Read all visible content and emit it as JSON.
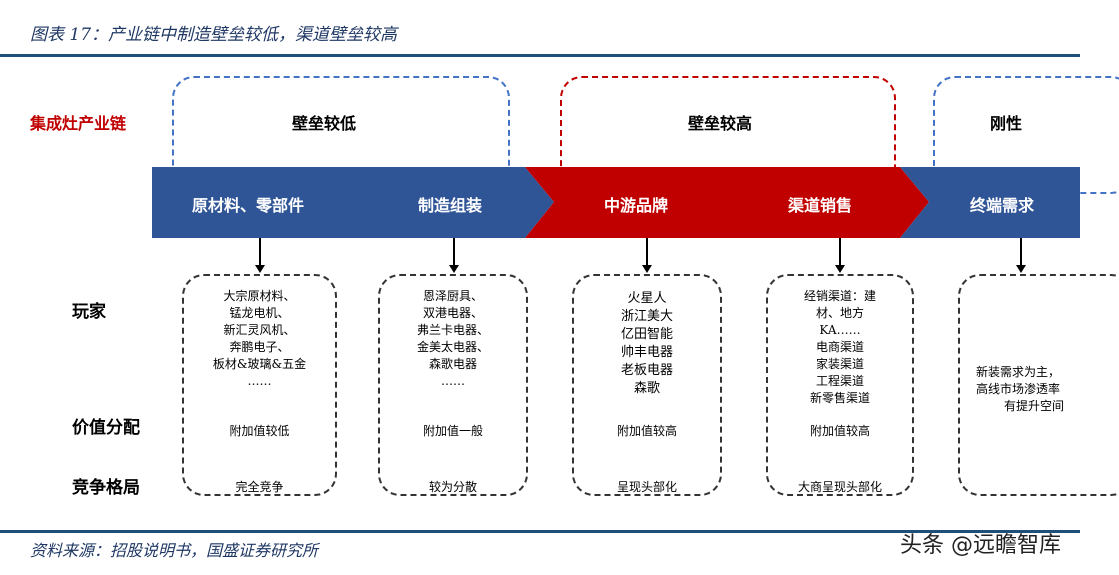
{
  "figure": {
    "title": "图表 17：产业链中制造壁垒较低，渠道壁垒较高",
    "source": "资料来源：招股说明书，国盛证券研究所",
    "watermark": "头条 @远瞻智库"
  },
  "chain_label": "集成灶产业链",
  "colors": {
    "blue": "#2f5597",
    "red": "#c00000",
    "blue_dash": "#4472c4",
    "red_dash": "#c00000"
  },
  "barriers": [
    {
      "label": "壁垒较低",
      "color": "#4472c4"
    },
    {
      "label": "壁垒较高",
      "color": "#c00000"
    },
    {
      "label": "刚性",
      "color": "#4472c4"
    }
  ],
  "stages": [
    "原材料、零部件",
    "制造组装",
    "中游品牌",
    "渠道销售",
    "终端需求"
  ],
  "row_labels": [
    "玩家",
    "价值分配",
    "竞争格局"
  ],
  "columns": [
    {
      "players": [
        "大宗原材料、",
        "锰龙电机、",
        "新汇灵风机、",
        "奔鹏电子、",
        "板材&玻璃&五金",
        "……"
      ],
      "value": "附加值较低",
      "competition": "完全竞争"
    },
    {
      "players": [
        "恩泽厨具、",
        "双港电器、",
        "弗兰卡电器、",
        "金美太电器、",
        "森歌电器",
        "……"
      ],
      "value": "附加值一般",
      "competition": "较为分散"
    },
    {
      "players": [
        "火星人",
        "浙江美大",
        "亿田智能",
        "帅丰电器",
        "老板电器",
        "森歌"
      ],
      "value": "附加值较高",
      "competition": "呈现头部化"
    },
    {
      "players": [
        "经销渠道：建",
        "材、地方",
        "KA……",
        "电商渠道",
        "家装渠道",
        "工程渠道",
        "新零售渠道"
      ],
      "value": "附加值较高",
      "competition": "大商呈现头部化"
    },
    {
      "players": [
        "新装需求为主，",
        "高线市场渗透率",
        "有提升空间"
      ],
      "value": "",
      "competition": ""
    }
  ]
}
